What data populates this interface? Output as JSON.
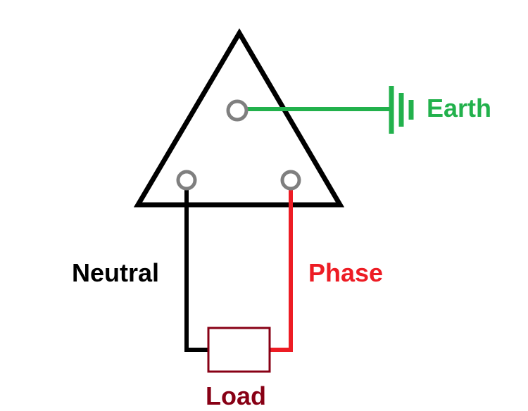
{
  "labels": {
    "earth": "Earth",
    "neutral": "Neutral",
    "phase": "Phase",
    "load": "Load"
  },
  "colors": {
    "background": "#ffffff",
    "outline": "#000000",
    "earth": "#22b14c",
    "neutral": "#000000",
    "phase": "#ed1c24",
    "load": "#880015",
    "pin": "#7f7f7f"
  }
}
